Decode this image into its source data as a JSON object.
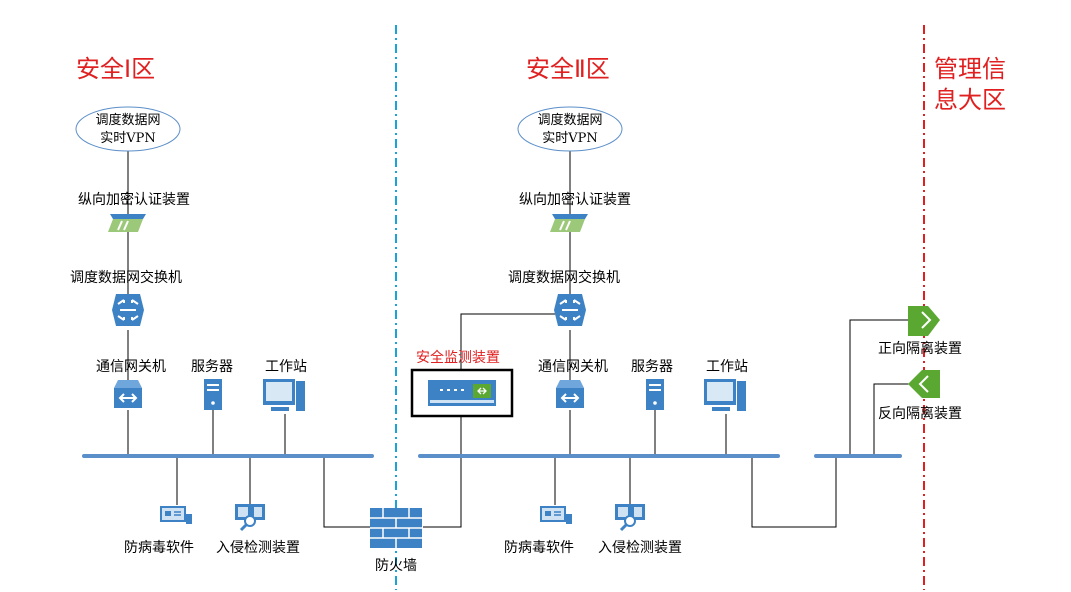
{
  "zones": {
    "zone1": "安全Ⅰ区",
    "zone2": "安全Ⅱ区",
    "zone3_line1": "管理信",
    "zone3_line2": "息大区"
  },
  "zone1": {
    "cloud_line1": "调度数据网",
    "cloud_line2": "实时VPN",
    "encrypt_label": "纵向加密认证装置",
    "switch_label": "调度数据网交换机",
    "gateway_label": "通信网关机",
    "server_label": "服务器",
    "workstation_label": "工作站",
    "antivirus_label": "防病毒软件",
    "ids_label": "入侵检测装置"
  },
  "zone2": {
    "cloud_line1": "调度数据网",
    "cloud_line2": "实时VPN",
    "encrypt_label": "纵向加密认证装置",
    "switch_label": "调度数据网交换机",
    "monitor_label": "安全监测装置",
    "gateway_label": "通信网关机",
    "server_label": "服务器",
    "workstation_label": "工作站",
    "antivirus_label": "防病毒软件",
    "ids_label": "入侵检测装置"
  },
  "firewall_label": "防火墙",
  "isolation": {
    "forward_label": "正向隔离装置",
    "reverse_label": "反向隔离装置"
  },
  "colors": {
    "zone_title": "#e02020",
    "divider_blue": "#1aa3d8",
    "divider_red": "#e02020",
    "bus": "#5b8fc9",
    "device_blue": "#3d82c4",
    "isolation_green": "#5aa832",
    "monitor_highlight": "#e02020"
  }
}
